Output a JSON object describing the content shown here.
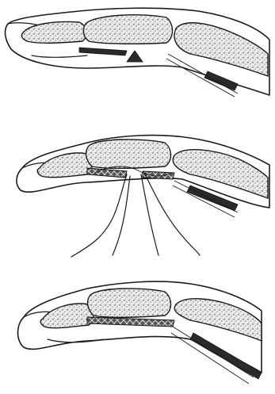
{
  "figure": {
    "panels": [
      {
        "id": "panel-1",
        "subject": "finger-lateral-view"
      },
      {
        "id": "panel-2",
        "subject": "finger-lateral-view-with-sutures"
      },
      {
        "id": "panel-3",
        "subject": "finger-lateral-view-repaired"
      }
    ],
    "colors": {
      "ink": "#1a1a1a",
      "paper": "#ffffff",
      "tendon": "#2a2a2a"
    }
  }
}
